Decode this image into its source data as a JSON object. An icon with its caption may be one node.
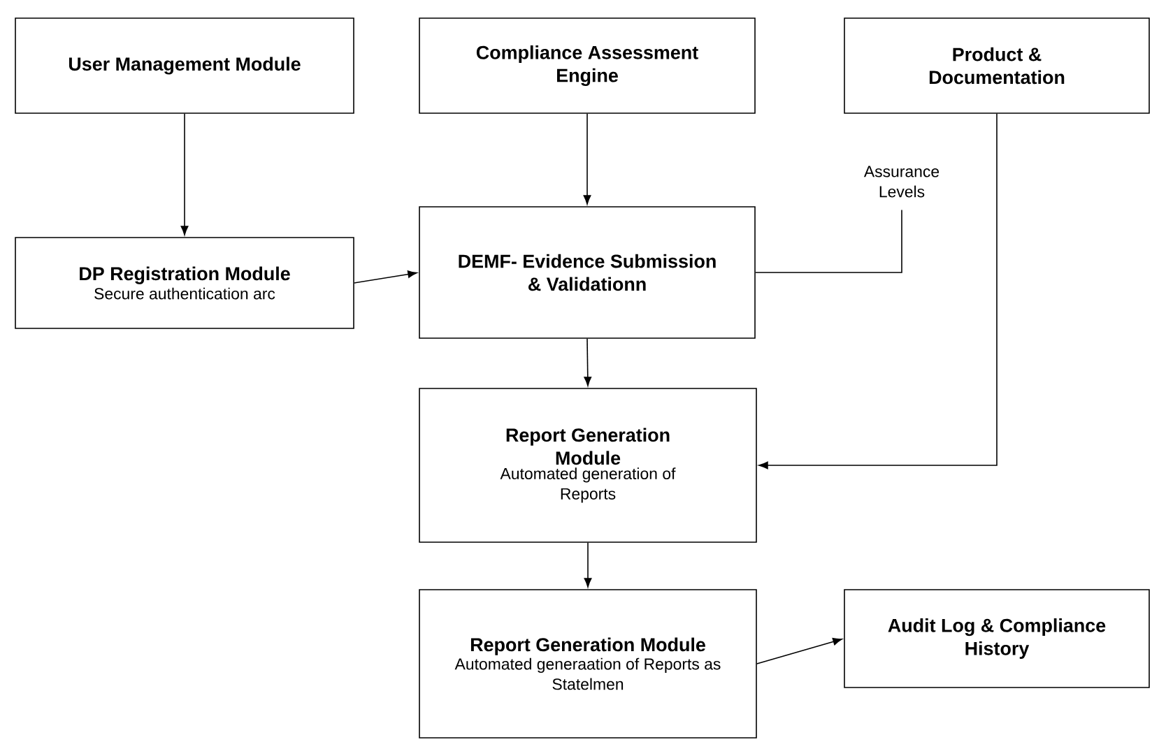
{
  "diagram": {
    "nodes": [
      {
        "text": [
          "User Management Module"
        ]
      },
      {
        "text": [
          "Compliance Assessment Engine"
        ]
      },
      {
        "text": [
          "Product & Documentation"
        ]
      },
      {
        "text": [
          "Assurance Levels"
        ]
      },
      {
        "text": [
          "DP Registration Module",
          "Secure authentication arc"
        ]
      },
      {
        "text": [
          "DEMF- Evidence Submission & Validationn"
        ]
      },
      {
        "text": [
          "Report Generation Module",
          "Automated generation of Reports"
        ]
      },
      {
        "text": [
          "Report Generation Module",
          "Automated generaation of Reports as Statelmen"
        ]
      },
      {
        "text": [
          "Audit Log & Compliance History"
        ]
      }
    ],
    "edges": [
      {
        "from": 0,
        "to": 4,
        "arrow": "to"
      },
      {
        "from": 1,
        "to": 5,
        "arrow": "to"
      },
      {
        "from": 4,
        "to": 5,
        "arrow": "to"
      },
      {
        "from": 5,
        "to": 3,
        "arrow": "none"
      },
      {
        "from": 5,
        "to": 6,
        "arrow": "to"
      },
      {
        "from": 2,
        "to": 6,
        "arrow": "to"
      },
      {
        "from": 6,
        "to": 7,
        "arrow": "to"
      },
      {
        "from": 7,
        "to": 8,
        "arrow": "to"
      }
    ]
  }
}
